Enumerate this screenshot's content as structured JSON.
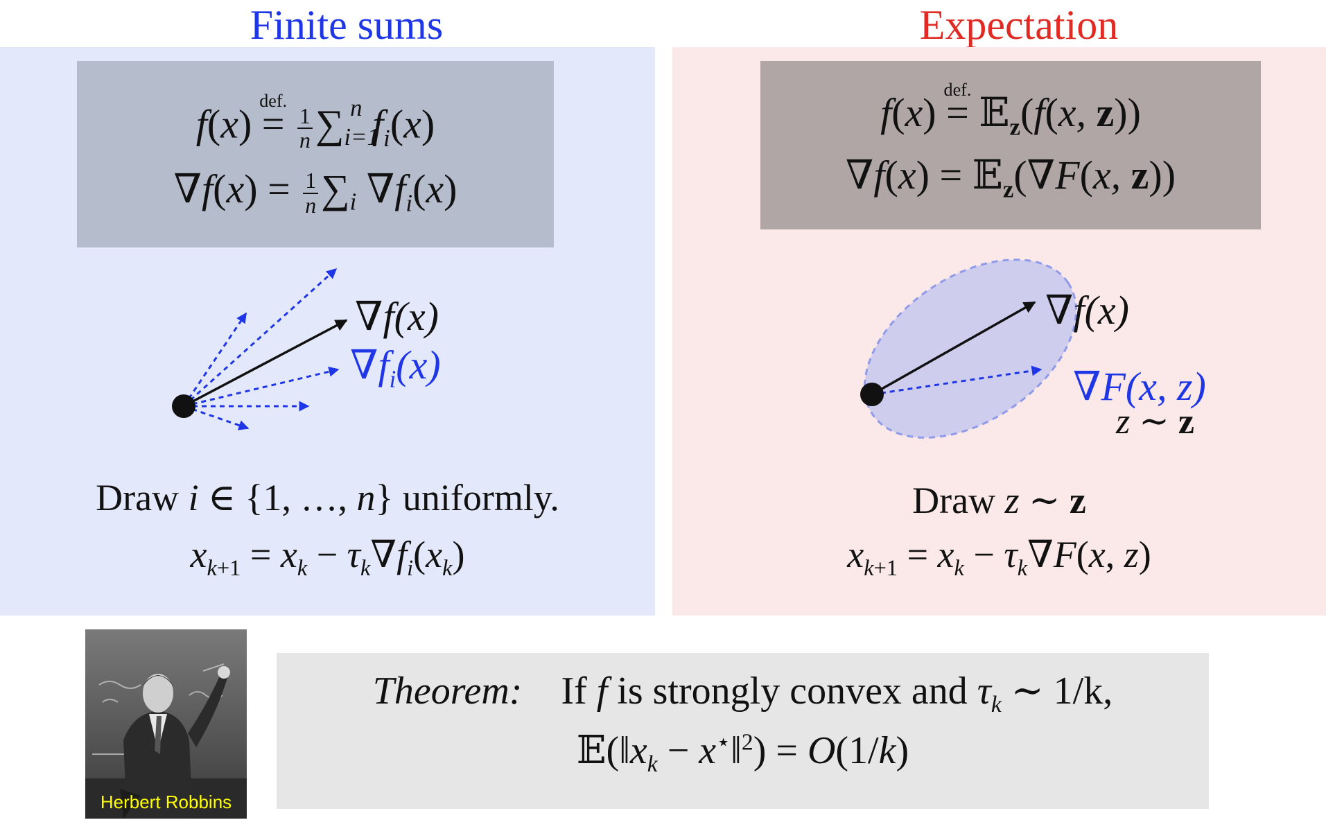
{
  "left": {
    "title": "Finite sums",
    "def_symbol": "def.",
    "draw_text_prefix": "Draw ",
    "draw_text_suffix": " uniformly.",
    "label_grad": "∇f(x)",
    "label_grad_i": "∇f",
    "label_grad_i_sub": "i",
    "label_grad_i_arg": "(x)"
  },
  "right": {
    "title": "Expectation",
    "def_symbol": "def.",
    "draw_text_prefix": "Draw ",
    "label_grad": "∇f(x)",
    "label_grad_F": "∇F(x, z)",
    "label_z": "z ∼ "
  },
  "photo": {
    "caption": "Herbert Robbins"
  },
  "theorem": {
    "label": "Theorem:",
    "line1_text": "If ",
    "line1_mid": " is strongly convex and ",
    "line1_end": " ∼ 1/k,"
  },
  "colors": {
    "blue": "#1f36e6",
    "red": "#e02a24",
    "left_panel": "#e3e8fa",
    "right_panel": "#fbe8e8",
    "left_formula_box": "#b5bccb",
    "right_formula_box": "#b0a6a6",
    "theorem_box": "#e6e6e6",
    "ellipse_fill": "#cfcdee",
    "caption": "#ffff00"
  },
  "icons": {
    "origin": "black-dot",
    "arrow": "arrow-icon"
  }
}
